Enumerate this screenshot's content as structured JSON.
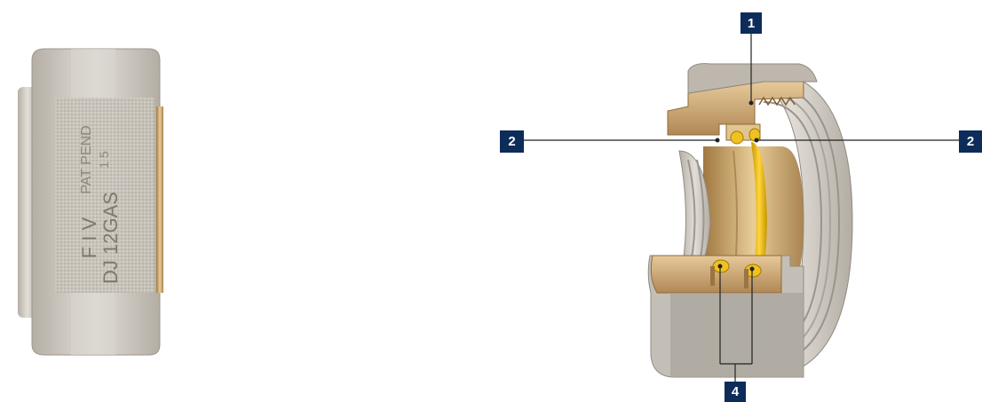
{
  "product_left": {
    "engraving_lines": [
      "PAT PEND",
      "1 5",
      "F I V",
      "DJ 12GAS"
    ]
  },
  "callouts": [
    {
      "id": "c1",
      "label": "1"
    },
    {
      "id": "c2-left",
      "label": "2"
    },
    {
      "id": "c2-right",
      "label": "2"
    },
    {
      "id": "c4",
      "label": "4"
    }
  ],
  "colors": {
    "callout_bg": "#0d2c5a",
    "callout_text": "#ffffff",
    "nickel": "#bdb7ae",
    "brass": "#c9a56e",
    "oring_yellow": "#e6b800",
    "leader_line": "#222222"
  }
}
